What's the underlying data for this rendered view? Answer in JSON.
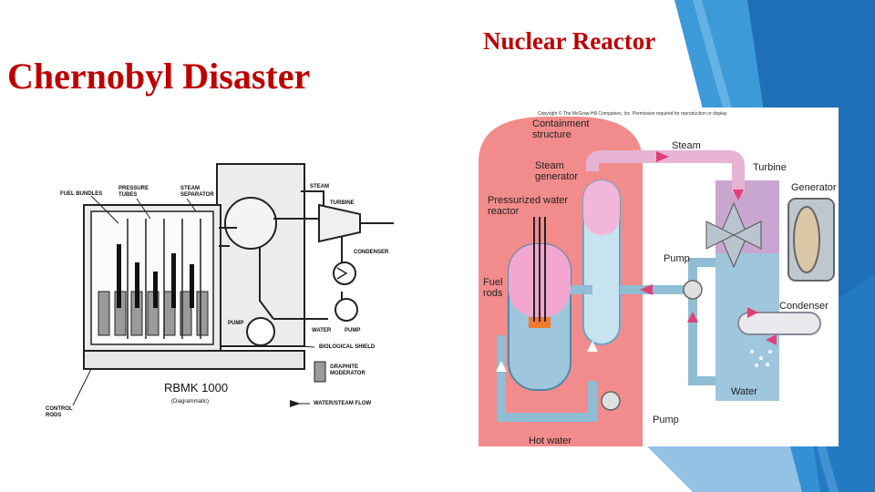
{
  "slide": {
    "title": "Chernobyl Disaster",
    "subtitle": "Nuclear Reactor"
  },
  "rbmk_diagram": {
    "labels": {
      "fuel_bundles": "FUEL BUNDLES",
      "pressure_tubes": "PRESSURE TUBES",
      "steam_separator": "STEAM SEPARATOR",
      "steam": "STEAM",
      "turbine": "TURBINE",
      "condenser": "CONDENSER",
      "pump": "PUMP",
      "water": "WATER",
      "pump2": "PUMP",
      "biological_shield": "BIOLOGICAL SHIELD",
      "graphite_moderator": "GRAPHITE MODERATOR",
      "rbmk": "RBMK 1000",
      "diagrammatic": "(Diagrammatic)",
      "water_steam_flow": "WATER/STEAM FLOW",
      "control_rods": "CONTROL RODS"
    }
  },
  "pwr_diagram": {
    "copyright": "Copyright © The McGraw-Hill Companies, Inc. Permission required for reproduction or display.",
    "labels": {
      "containment": "Containment structure",
      "steam": "Steam",
      "turbine": "Turbine",
      "generator": "Generator",
      "steam_generator": "Steam generator",
      "pwr": "Pressurized water reactor",
      "pump_top": "Pump",
      "fuel_rods": "Fuel rods",
      "condenser": "Condenser",
      "water": "Water",
      "pump_bottom": "Pump",
      "hot_water": "Hot water"
    }
  },
  "theme": {
    "title_color": "#c00000",
    "accent_dark": "#1f6fb8",
    "accent_light": "#41a1e0",
    "containment_fill": "#f28b8b",
    "pipe_fill": "#b8d8e8",
    "arrow_color": "#e0407a"
  }
}
